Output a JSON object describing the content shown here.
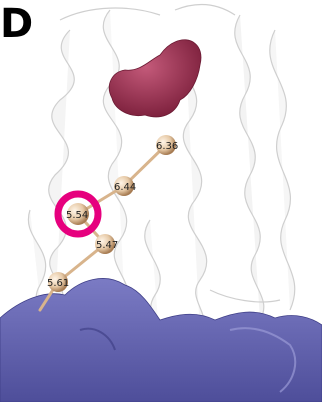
{
  "panel": {
    "label": "D"
  },
  "residues": [
    {
      "id": "res-636",
      "label": "6.36"
    },
    {
      "id": "res-644",
      "label": "6.44"
    },
    {
      "id": "res-554",
      "label": "5.54",
      "highlighted": true
    },
    {
      "id": "res-547",
      "label": "5.47"
    },
    {
      "id": "res-561",
      "label": "5.61"
    }
  ],
  "colors": {
    "helix": "#f2f2f2",
    "ligand": "#9e2f4f",
    "surface": "#6b6bb3",
    "atom": "#e6c9a6",
    "highlight_ring": "#e6007e"
  }
}
